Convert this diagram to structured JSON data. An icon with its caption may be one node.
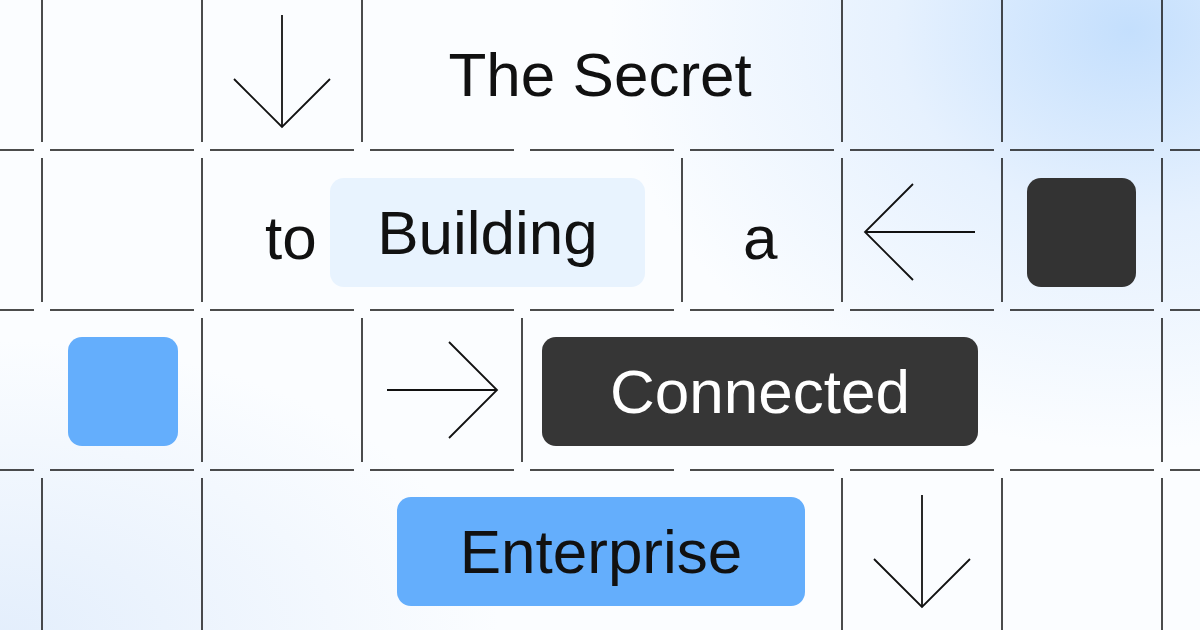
{
  "diagram": {
    "nodes": [
      {
        "text": [
          "Building"
        ]
      },
      {
        "text": [],
        "shape": "box"
      },
      {
        "text": [],
        "shape": "box"
      },
      {
        "text": [
          "Connected"
        ]
      },
      {
        "text": [
          "Enterprise"
        ]
      }
    ],
    "labels": [
      "The Secret",
      "to",
      "a"
    ]
  }
}
